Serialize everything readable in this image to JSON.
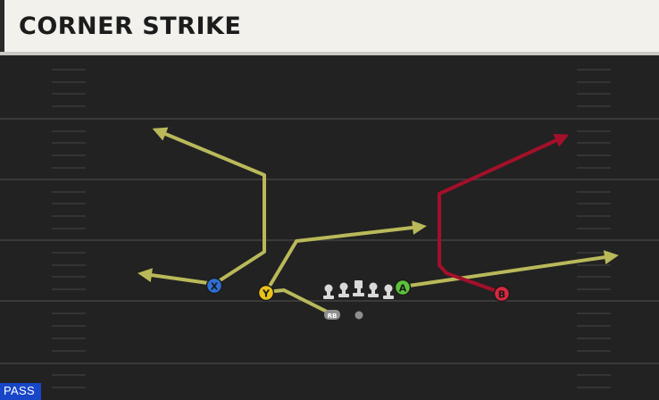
{
  "play": {
    "title": "CORNER STRIKE",
    "type_badge": "PASS"
  },
  "colors": {
    "field": "#222222",
    "yard_line": "#3a3a3a",
    "route_primary": "#b9b95a",
    "route_hot": "#a3102a",
    "button_x": "#2f6fd6",
    "button_y": "#e9c21c",
    "button_a": "#5cc23a",
    "button_b": "#d8283f",
    "lineman": "#d9d9d9",
    "badge": "#1846c8"
  },
  "receivers": [
    {
      "button": "X",
      "icon": "x-button-icon"
    },
    {
      "button": "Y",
      "icon": "y-button-icon"
    },
    {
      "button": "A",
      "icon": "a-button-icon"
    },
    {
      "button": "B",
      "icon": "b-button-icon"
    }
  ],
  "backfield": {
    "rb_label": "RB"
  }
}
